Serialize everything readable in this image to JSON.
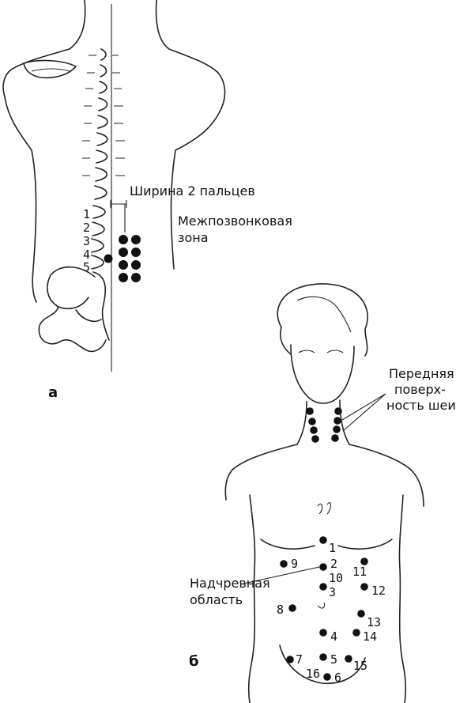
{
  "panel_a": {
    "label": "а",
    "finger_width_label": "Ширина 2 пальцев",
    "zone_label_line1": "Межпозвонковая",
    "zone_label_line2": "зона",
    "vertebra_numbers": [
      "1",
      "2",
      "3",
      "4",
      "5"
    ]
  },
  "panel_b": {
    "label": "б",
    "neck_label_line1": "Передняя",
    "neck_label_line2": "поверх-",
    "neck_label_line3": "ность шеи",
    "epigastric_label_line1": "Надчревная",
    "epigastric_label_line2": "область",
    "point_numbers": [
      "1",
      "2",
      "3",
      "4",
      "5",
      "6",
      "7",
      "8",
      "9",
      "10",
      "11",
      "12",
      "13",
      "14",
      "15",
      "16"
    ]
  }
}
